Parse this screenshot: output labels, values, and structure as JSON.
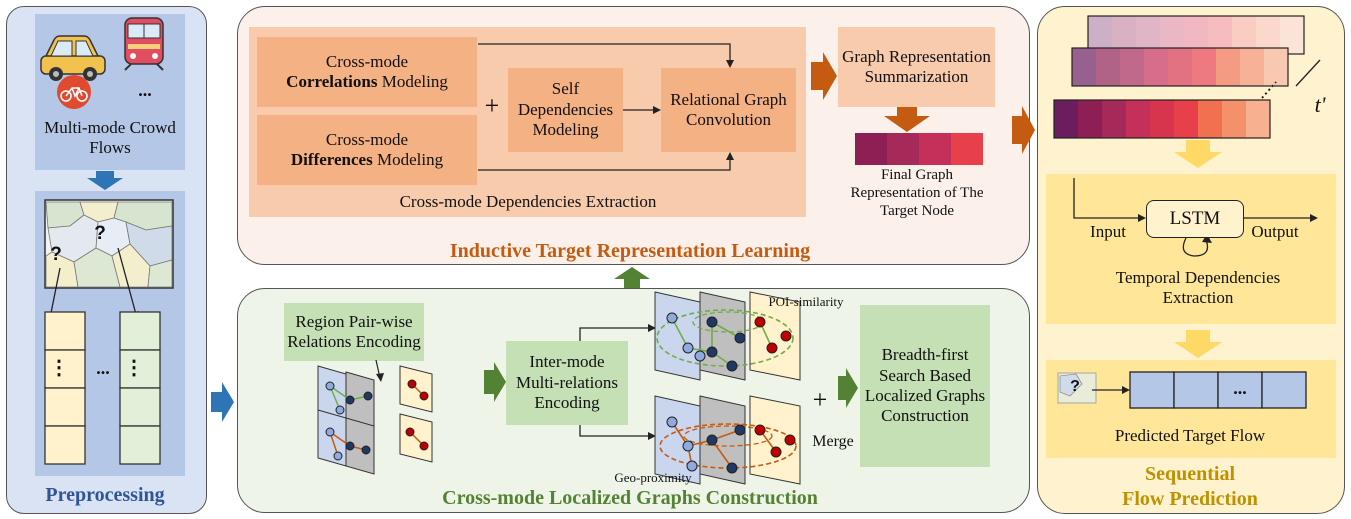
{
  "preprocessing": {
    "mode_ellipsis": "...",
    "flows_label": "Multi-mode Crowd Flows",
    "map_question": "?",
    "series_dots": "⋮",
    "series_ellipsis": "...",
    "title": "Preprocessing"
  },
  "representation": {
    "correlations": {
      "line1": "Cross-mode",
      "bold": "Correlations",
      "rest": " Modeling"
    },
    "differences": {
      "line1": "Cross-mode",
      "bold": "Differences",
      "rest": " Modeling"
    },
    "plus": "+",
    "self_dep": "Self Dependencies Modeling",
    "relational": "Relational Graph Convolution",
    "extraction": "Cross-mode Dependencies Extraction",
    "summarization": "Graph Representation Summarization",
    "final": "Final Graph Representation of The Target Node",
    "title": "Inductive Target Representation Learning",
    "final_colors": [
      "#8e1f54",
      "#a52a5a",
      "#c4305a",
      "#e8404a"
    ]
  },
  "localized": {
    "pairwise": "Region Pair-wise Relations Encoding",
    "intermode": "Inter-mode Multi-relations Encoding",
    "poi": "POI-similarity",
    "geo": "Geo-proximity",
    "plus": "+",
    "merge": "Merge",
    "bfs": "Breadth-first Search Based Localized Graphs Construction",
    "title": "Cross-mode Localized Graphs Construction"
  },
  "prediction": {
    "t_prime": "t'",
    "sequence_colors": [
      "#6b1d5e",
      "#8e1f54",
      "#a52a5a",
      "#c4305a",
      "#d6354d",
      "#e8404a",
      "#f07050",
      "#f4906a",
      "#f7b090"
    ],
    "input": "Input",
    "lstm": "LSTM",
    "output": "Output",
    "temporal": "Temporal Dependencies Extraction",
    "question": "?",
    "ellipsis": "...",
    "predicted": "Predicted Target Flow",
    "title_line1": "Sequential",
    "title_line2": "Flow Prediction"
  }
}
